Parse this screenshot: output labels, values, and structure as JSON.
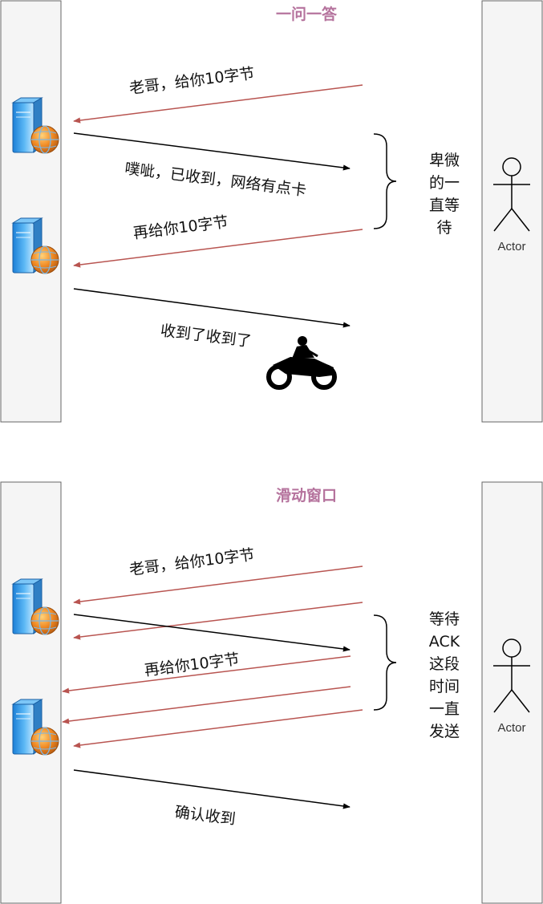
{
  "colors": {
    "lane_fill": "#f5f5f5",
    "lane_stroke": "#666666",
    "arrow_red": "#b85450",
    "arrow_black": "#000000",
    "title": "#b5739d"
  },
  "icons": {
    "server": "server-globe-icon",
    "motorcycle": "motorcycle-icon",
    "actor": "stick-figure-actor-icon"
  },
  "top": {
    "title": "一问一答",
    "messages": {
      "m1": "老哥，给你10字节",
      "m2": "噗呲，已收到，网络有点卡",
      "m3": "再给你10字节",
      "m4": "收到了收到了"
    },
    "note": [
      "卑微",
      "的一",
      "直等",
      "待"
    ],
    "actor": "Actor"
  },
  "bottom": {
    "title": "滑动窗口",
    "messages": {
      "m1": "老哥，给你10字节",
      "m2": "再给你10字节",
      "m3": "确认收到"
    },
    "note": [
      "等待",
      "ACK",
      "这段",
      "时间",
      "一直",
      "发送"
    ],
    "actor": "Actor"
  }
}
